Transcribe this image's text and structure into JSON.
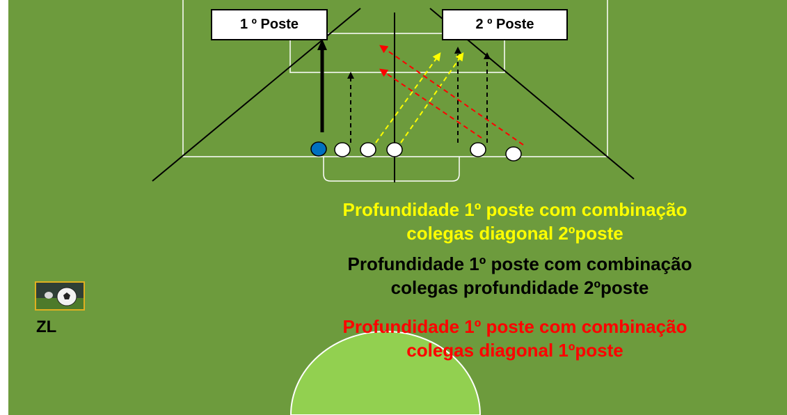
{
  "colors": {
    "pitch": "#6d9b3d",
    "white_margin": "#ffffff",
    "circle_fill": "#92d050",
    "yellow": "#ffff00",
    "black": "#000000",
    "red": "#ff0000",
    "blue_player": "#0070c0"
  },
  "posts": {
    "first": "1 º Poste",
    "second": "2 º Poste"
  },
  "captions": [
    {
      "line1": "Profundidade 1º poste com combinação",
      "line2": "colegas diagonal 2ºposte",
      "color": "#ffff00"
    },
    {
      "line1": "Profundidade 1º poste com combinação",
      "line2": "colegas profundidade 2ºposte",
      "color": "#000000"
    },
    {
      "line1": "Profundidade 1º poste com combinação",
      "line2": "colegas diagonal 1ºposte",
      "color": "#ff0000"
    }
  ],
  "logo": {
    "label": "ZL",
    "icon": "soccer-ball-icon"
  }
}
